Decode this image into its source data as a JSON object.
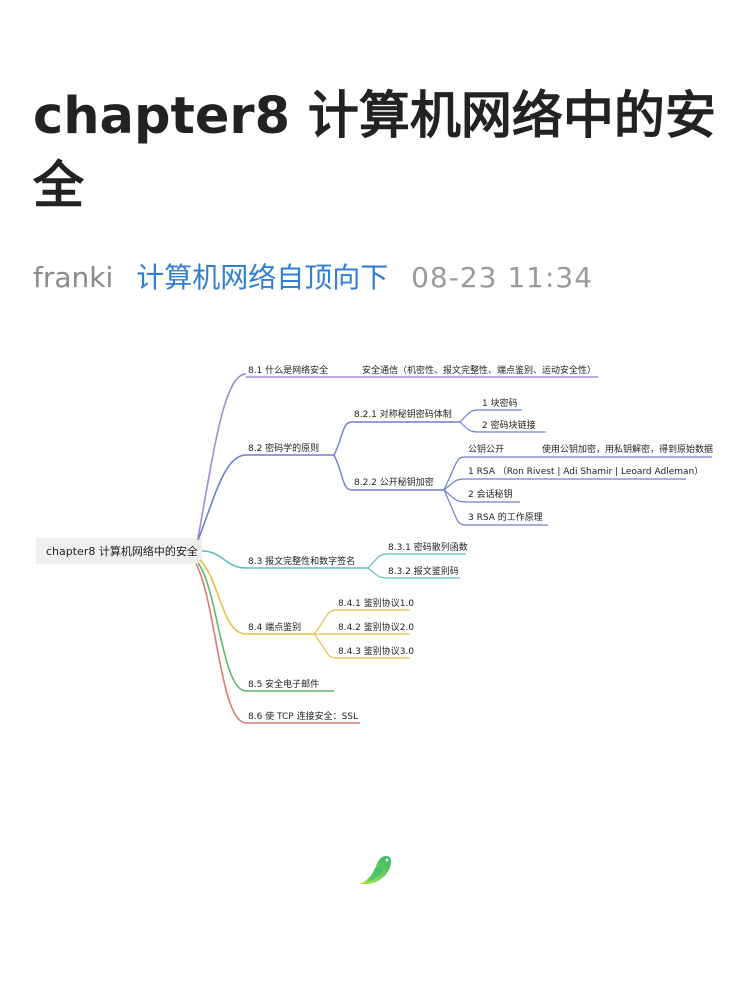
{
  "article": {
    "title": "chapter8 计算机网络中的安全",
    "author": "franki",
    "column": "计算机网络自顶向下",
    "time": "08-23 11:34"
  },
  "mindmap": {
    "root": "chapter8 计算机网络中的安全",
    "n81": "8.1 什么是网络安全",
    "n81_note": "安全通信（机密性、报文完整性、端点鉴别、运动安全性）",
    "n82": "8.2 密码学的原则",
    "n821": "8.2.1 对称秘钥密码体制",
    "n821_a": "1 块密码",
    "n821_b": "2 密码块链接",
    "n822": "8.2.2 公开秘钥加密",
    "n822_a": "公钥公开",
    "n822_a_note": "使用公钥加密，用私钥解密，得到原始数据",
    "n822_b": "1 RSA （Ron Rivest | Adi Shamir | Leoard Adleman）",
    "n822_c": "2 会话秘钥",
    "n822_d": "3 RSA 的工作原理",
    "n83": "8.3 报文完整性和数字签名",
    "n831": "8.3.1 密码散列函数",
    "n832": "8.3.2 报文鉴别码",
    "n84": "8.4 端点鉴别",
    "n841": "8.4.1 鉴别协议1.0",
    "n842": "8.4.2 鉴别协议2.0",
    "n843": "8.4.3 鉴别协议3.0",
    "n85": "8.5 安全电子邮件",
    "n86": "8.6 使 TCP 连接安全：SSL"
  },
  "colors": {
    "purple": "#a48ad8",
    "blue": "#6f7fcf",
    "teal": "#5dbfbf",
    "yellow": "#e3c24a",
    "green": "#62b86a",
    "red": "#e07878",
    "column_link": "#2f7fd6"
  },
  "logo": {
    "icon": "bird-logo-icon"
  }
}
